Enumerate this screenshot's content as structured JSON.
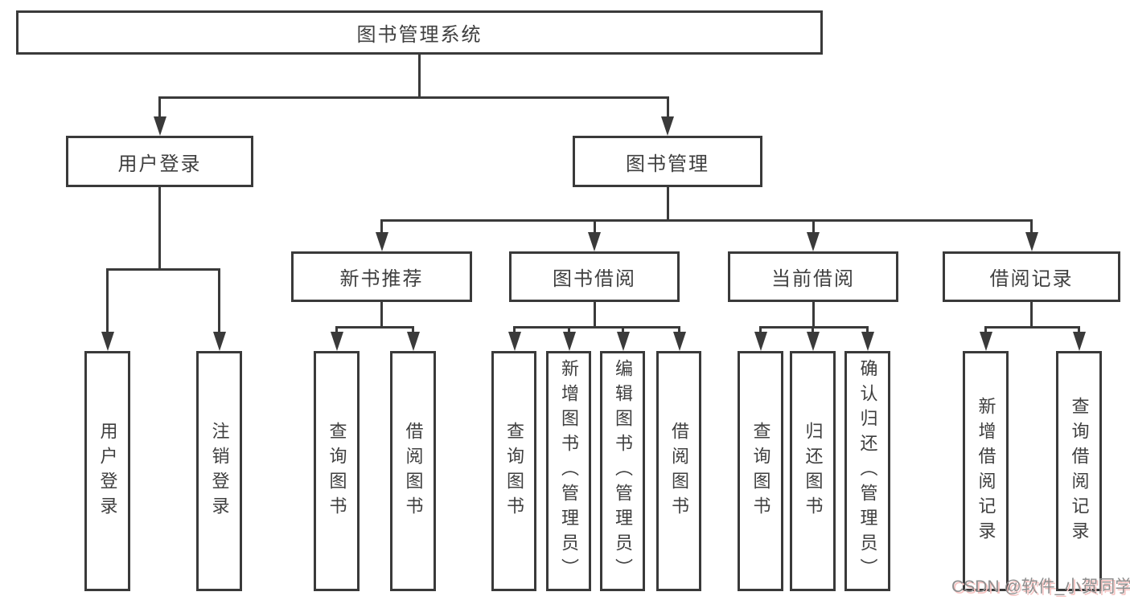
{
  "diagram": {
    "title": "图书管理系统",
    "tree": {
      "label": "图书管理系统",
      "children": [
        {
          "label": "用户登录",
          "children": [
            {
              "label": "用户登录"
            },
            {
              "label": "注销登录"
            }
          ]
        },
        {
          "label": "图书管理",
          "children": [
            {
              "label": "新书推荐",
              "children": [
                {
                  "label": "查询图书"
                },
                {
                  "label": "借阅图书"
                }
              ]
            },
            {
              "label": "图书借阅",
              "children": [
                {
                  "label": "查询图书"
                },
                {
                  "label": "新增图书（管理员）"
                },
                {
                  "label": "编辑图书（管理员）"
                },
                {
                  "label": "借阅图书"
                }
              ]
            },
            {
              "label": "当前借阅",
              "children": [
                {
                  "label": "查询图书"
                },
                {
                  "label": "归还图书"
                },
                {
                  "label": "确认归还（管理员）"
                }
              ]
            },
            {
              "label": "借阅记录",
              "children": [
                {
                  "label": "新增借阅记录"
                },
                {
                  "label": "查询借阅记录"
                }
              ]
            }
          ]
        }
      ]
    },
    "colors": {
      "line": "#3a3a3a",
      "text": "#3f3f3f",
      "background": "#ffffff",
      "watermark_gray": "#8e8e8e",
      "watermark_pink": "#f6c3c1"
    }
  },
  "watermark": {
    "text": "CSDN @软件_小贺同学"
  }
}
